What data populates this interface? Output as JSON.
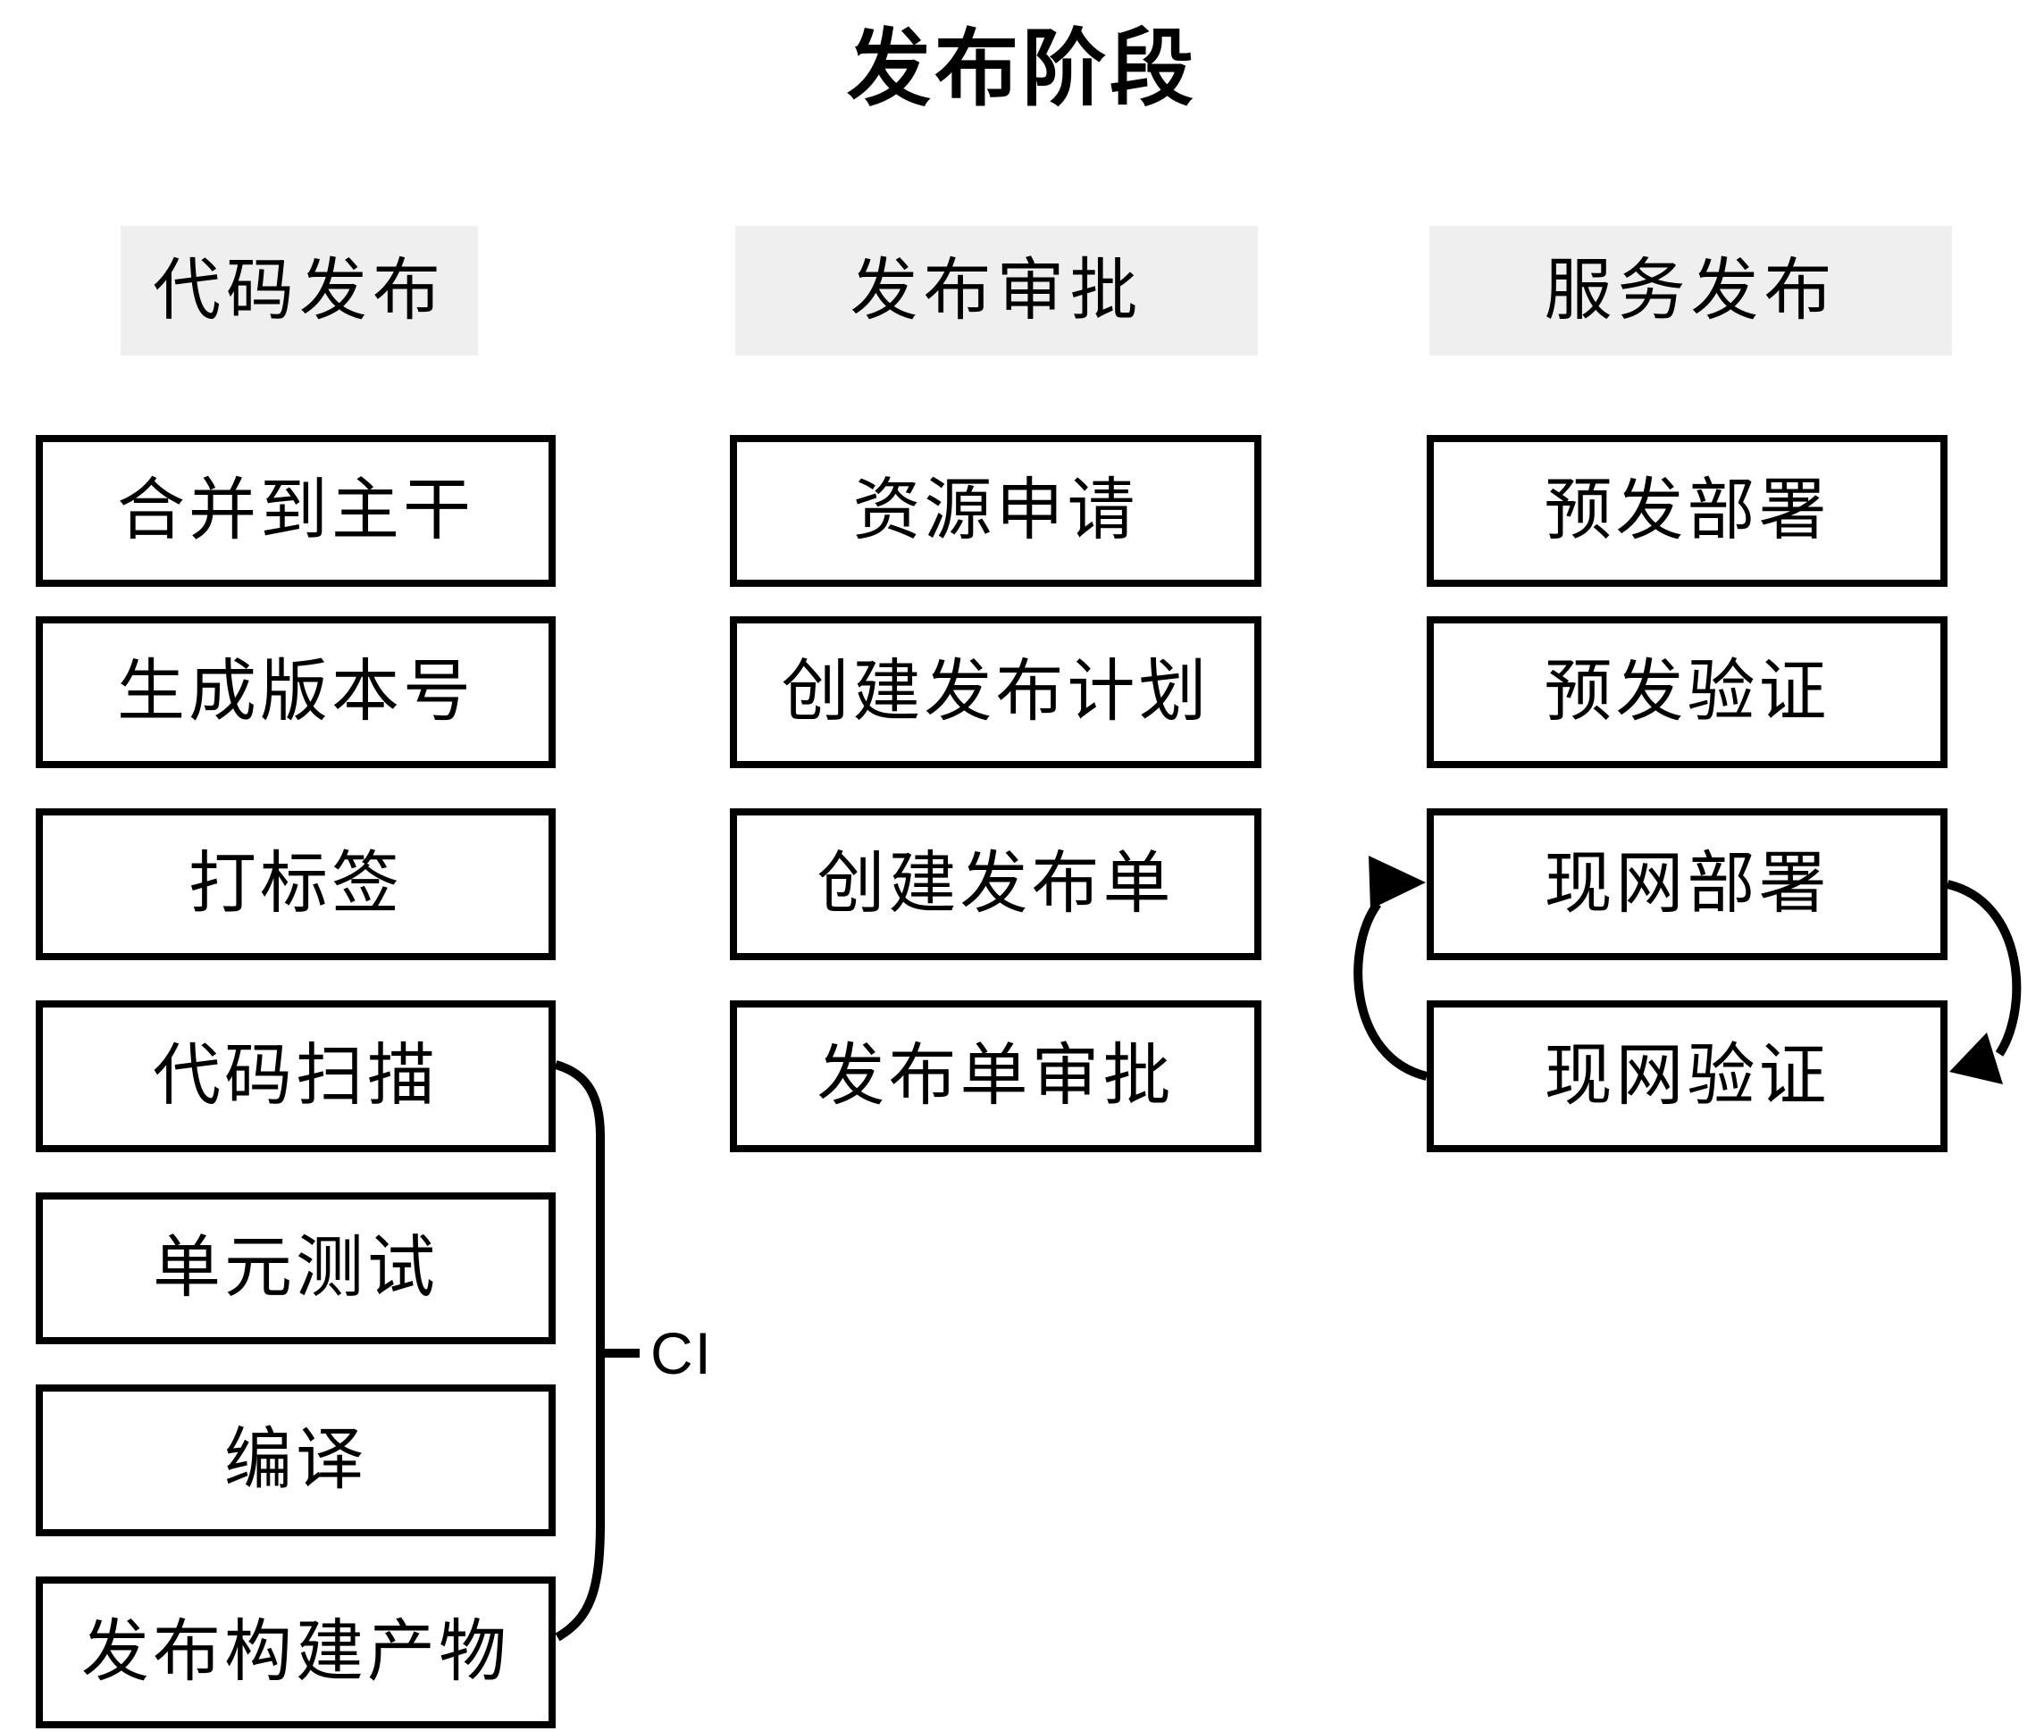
{
  "title": "发布阶段",
  "columns": [
    {
      "header": "代码发布",
      "boxes": [
        "合并到主干",
        "生成版本号",
        "打标签",
        "代码扫描",
        "单元测试",
        "编译",
        "发布构建产物"
      ]
    },
    {
      "header": "发布审批",
      "boxes": [
        "资源申请",
        "创建发布计划",
        "创建发布单",
        "发布单审批"
      ]
    },
    {
      "header": "服务发布",
      "boxes": [
        "预发部署",
        "预发验证",
        "现网部署",
        "现网验证"
      ]
    }
  ],
  "ci": {
    "label": "CI"
  },
  "colors": {
    "background": "#ffffff",
    "header_bg": "#efefef",
    "line": "#000000",
    "text": "#000000"
  }
}
